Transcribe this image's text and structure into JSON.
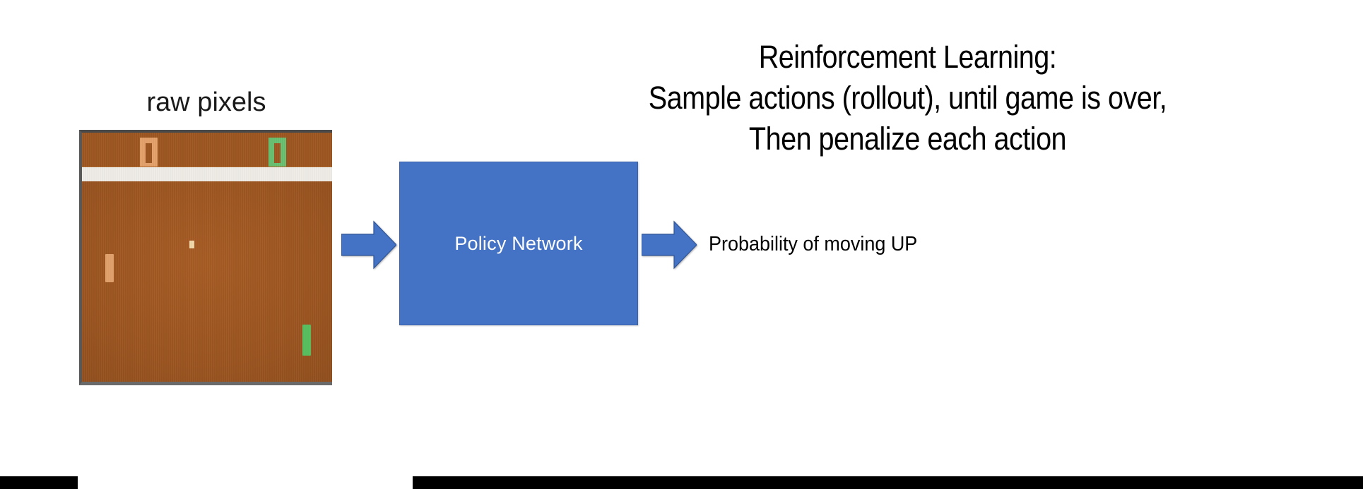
{
  "slide": {
    "background_color": "#FFFFFF",
    "title_lines": [
      "Reinforcement Learning:",
      "Sample actions (rollout), until game is over,",
      "Then penalize each action"
    ],
    "title_color": "#000000"
  },
  "input": {
    "caption": "raw pixels",
    "game": {
      "name": "pong-game-screen",
      "background_color": "#9B5420",
      "divider_color": "#EFECE6",
      "border_color": "#585858",
      "scores": [
        {
          "player": "left",
          "value": "0",
          "color": "#E3A06A"
        },
        {
          "player": "right",
          "value": "0",
          "color": "#68C070"
        }
      ],
      "paddles": [
        {
          "side": "left",
          "color": "#E2A16C"
        },
        {
          "side": "right",
          "color": "#58BF5F"
        }
      ],
      "ball_color": "#F0D7A8"
    }
  },
  "pipeline": {
    "input_arrow_icon": "arrow-right-icon",
    "output_arrow_icon": "arrow-right-icon",
    "arrow_color": "#4472C4",
    "box": {
      "label": "Policy Network",
      "fill_color": "#4472C4",
      "text_color": "#FFFFFF"
    },
    "output_label": "Probability of moving UP"
  }
}
